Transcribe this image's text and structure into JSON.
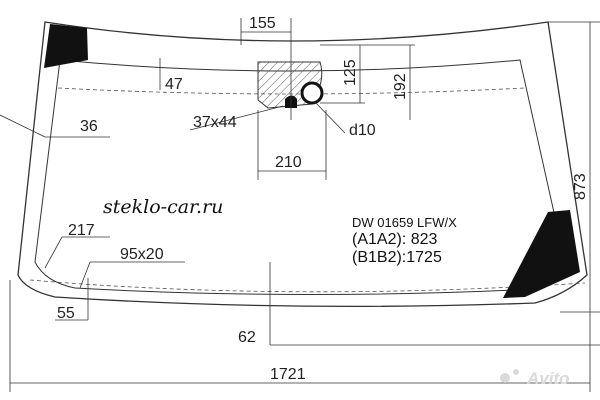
{
  "drawing": {
    "part_code": "DW 01659 LFW/X",
    "spec_a": "(A1A2): 823",
    "spec_b": "(B1B2):1725",
    "brand_text": "steklo-car.ru",
    "watermark_text": "Avito",
    "colors": {
      "line": "#333333",
      "fill_black": "#111111",
      "hatch": "#555555",
      "watermark": "#d9d9d9"
    }
  },
  "dimensions": {
    "total_width": "1721",
    "total_height": "873",
    "bracket_offset": "155",
    "bracket_height_upper": "125",
    "bracket_height_total": "192",
    "bracket_width": "210",
    "sensor_size": "37x44",
    "hole_diameter": "d10",
    "top_band": "47",
    "side_band": "36",
    "bottom_left_upper": "217",
    "antenna_size": "95x20",
    "bottom_left_lower": "55",
    "bottom_center": "62"
  }
}
